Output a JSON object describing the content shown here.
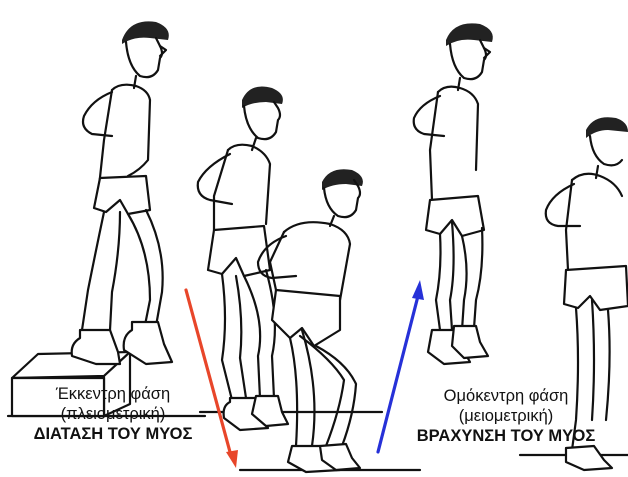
{
  "captions": {
    "eccentric": {
      "line1": "Έκκεντρη φάση",
      "line2": "(πλειομετρική)",
      "line3": "ΔΙΑΤΑΣΗ ΤΟΥ ΜΥΟΣ"
    },
    "concentric": {
      "line1": "Ομόκεντρη φάση",
      "line2": "(μειομετρική)",
      "line3": "ΒΡΑΧΥΝΣΗ ΤΟΥ ΜΥΟΣ"
    }
  },
  "colors": {
    "eccentric_arrow": "#e8462a",
    "concentric_arrow": "#2631d8",
    "ink": "#111111"
  },
  "arrows": {
    "eccentric": {
      "direction": "down",
      "icon": "red-down-arrow"
    },
    "concentric": {
      "direction": "up",
      "icon": "blue-up-arrow"
    }
  }
}
